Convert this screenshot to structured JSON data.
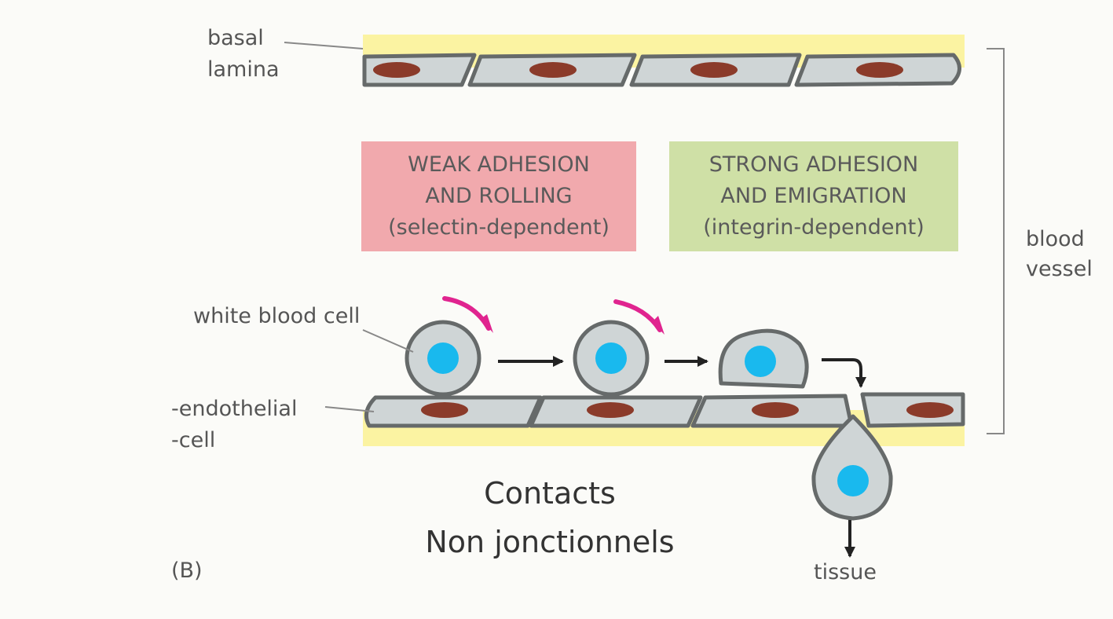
{
  "labels": {
    "basal_lamina_1": "basal",
    "basal_lamina_2": "lamina",
    "white_blood_cell": "white blood cell",
    "endothelial_1": "-endothelial",
    "endothelial_2": "-cell",
    "blood_vessel_1": "blood",
    "blood_vessel_2": "vessel",
    "tissue": "tissue",
    "panel_letter": "(B)"
  },
  "weak_box": {
    "line1": "WEAK ADHESION",
    "line2": "AND ROLLING",
    "line3": "(selectin-dependent)",
    "color": "#f1a9ad"
  },
  "strong_box": {
    "line1": "STRONG ADHESION",
    "line2": "AND EMIGRATION",
    "line3": "(integrin-dependent)",
    "color": "#cfe0a6"
  },
  "caption": {
    "line1": "Contacts",
    "line2": "Non jonctionnels"
  },
  "colors": {
    "basal_lamina": "#fbf3a2",
    "endothelial_cell": "#cfd5d6",
    "cell_outline": "#666a6a",
    "nucleus_endothelial": "#8b3b2a",
    "nucleus_white_cell": "#19b9ee",
    "rolling_arrow": "#e0248f",
    "arrow": "#222222"
  }
}
